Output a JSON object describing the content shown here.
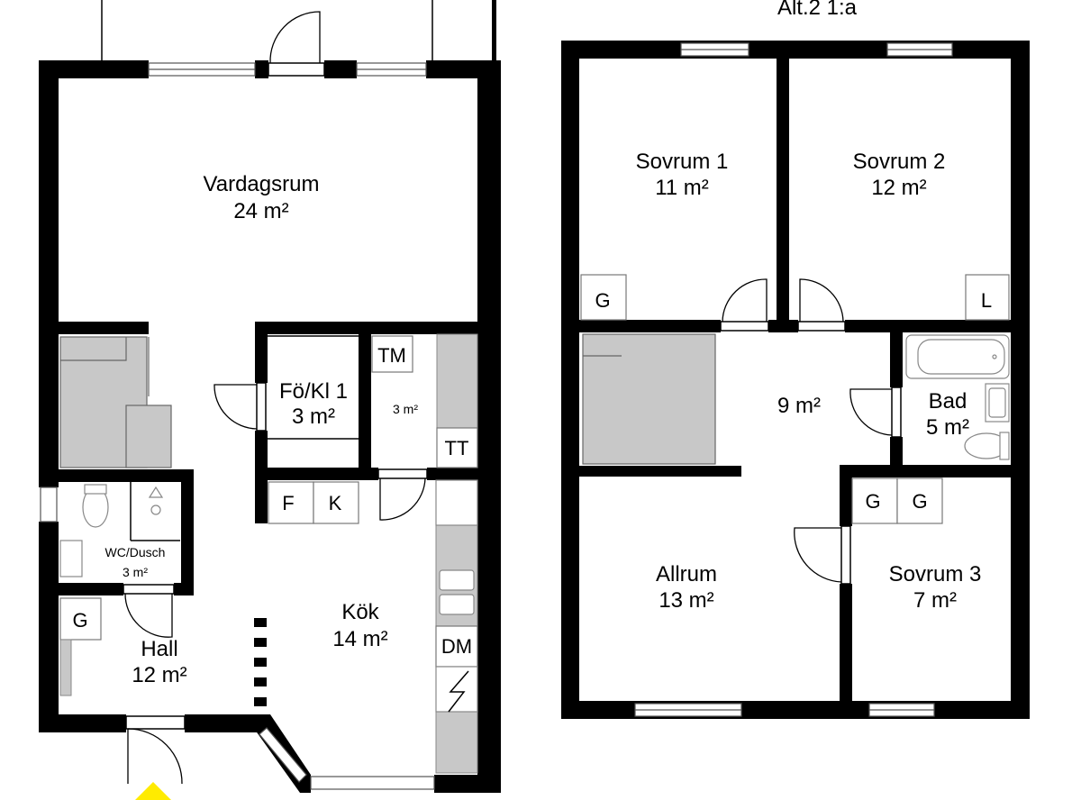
{
  "title": "Alt.2 1:a",
  "ground_floor": {
    "rooms": [
      {
        "id": "vardagsrum",
        "name": "Vardagsrum",
        "area": "24 m²"
      },
      {
        "id": "fokl",
        "name": "Fö/Kl 1",
        "area": "3 m²"
      },
      {
        "id": "tm-room",
        "name": "",
        "area": "3 m²"
      },
      {
        "id": "wc",
        "name": "WC/Dusch",
        "area": "3 m²"
      },
      {
        "id": "hall",
        "name": "Hall",
        "area": "12 m²"
      },
      {
        "id": "kok",
        "name": "Kök",
        "area": "14 m²"
      }
    ],
    "fixtures": {
      "tm": "TM",
      "tt": "TT",
      "f": "F",
      "k": "K",
      "g": "G",
      "dm": "DM"
    }
  },
  "upper_floor": {
    "rooms": [
      {
        "id": "sovrum1",
        "name": "Sovrum 1",
        "area": "11 m²"
      },
      {
        "id": "sovrum2",
        "name": "Sovrum 2",
        "area": "12 m²"
      },
      {
        "id": "hallway",
        "name": "",
        "area": "9 m²"
      },
      {
        "id": "bad",
        "name": "Bad",
        "area": "5 m²"
      },
      {
        "id": "allrum",
        "name": "Allrum",
        "area": "13 m²"
      },
      {
        "id": "sovrum3",
        "name": "Sovrum 3",
        "area": "7 m²"
      }
    ],
    "fixtures": {
      "g1": "G",
      "l": "L",
      "g2": "G",
      "g3": "G"
    }
  }
}
